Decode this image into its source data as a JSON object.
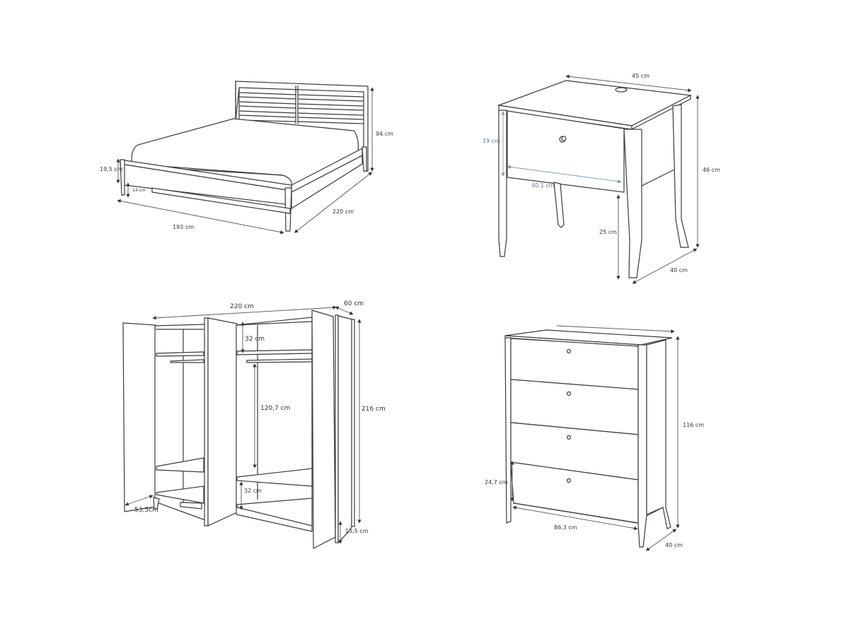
{
  "colors": {
    "line": "#3a3a3a",
    "dimension": "#555555",
    "dimension_blue": "#7f95ad",
    "label_blue": "#5d7995",
    "background": "#ffffff"
  },
  "bed": {
    "name": "bed",
    "dimensions": {
      "headboard_height": "94 cm",
      "footboard_height": "19,5 cm",
      "clearance": "14 cm",
      "width": "193 cm",
      "length": "220 cm"
    }
  },
  "nightstand": {
    "name": "nightstand",
    "dimensions": {
      "top_width": "45 cm",
      "drawer_height": "19 cm",
      "drawer_width": "40,1 cm",
      "height": "46 cm",
      "leg_height": "25 cm",
      "depth": "40 cm"
    }
  },
  "wardrobe": {
    "name": "wardrobe",
    "dimensions": {
      "width": "220 cm",
      "depth": "60 cm",
      "top_shelf_gap": "32 cm",
      "hanging_height": "120,7 cm",
      "height": "216 cm",
      "bottom_shelf_gap": "32 cm",
      "door_width": "53,5cm",
      "leg_height": "13,5 cm"
    }
  },
  "dresser": {
    "name": "chest-of-drawers",
    "drawer_count": 4,
    "dimensions": {
      "height": "116 cm",
      "drawer_height": "24,7 cm",
      "width": "86,3 cm",
      "depth": "40 cm"
    }
  }
}
